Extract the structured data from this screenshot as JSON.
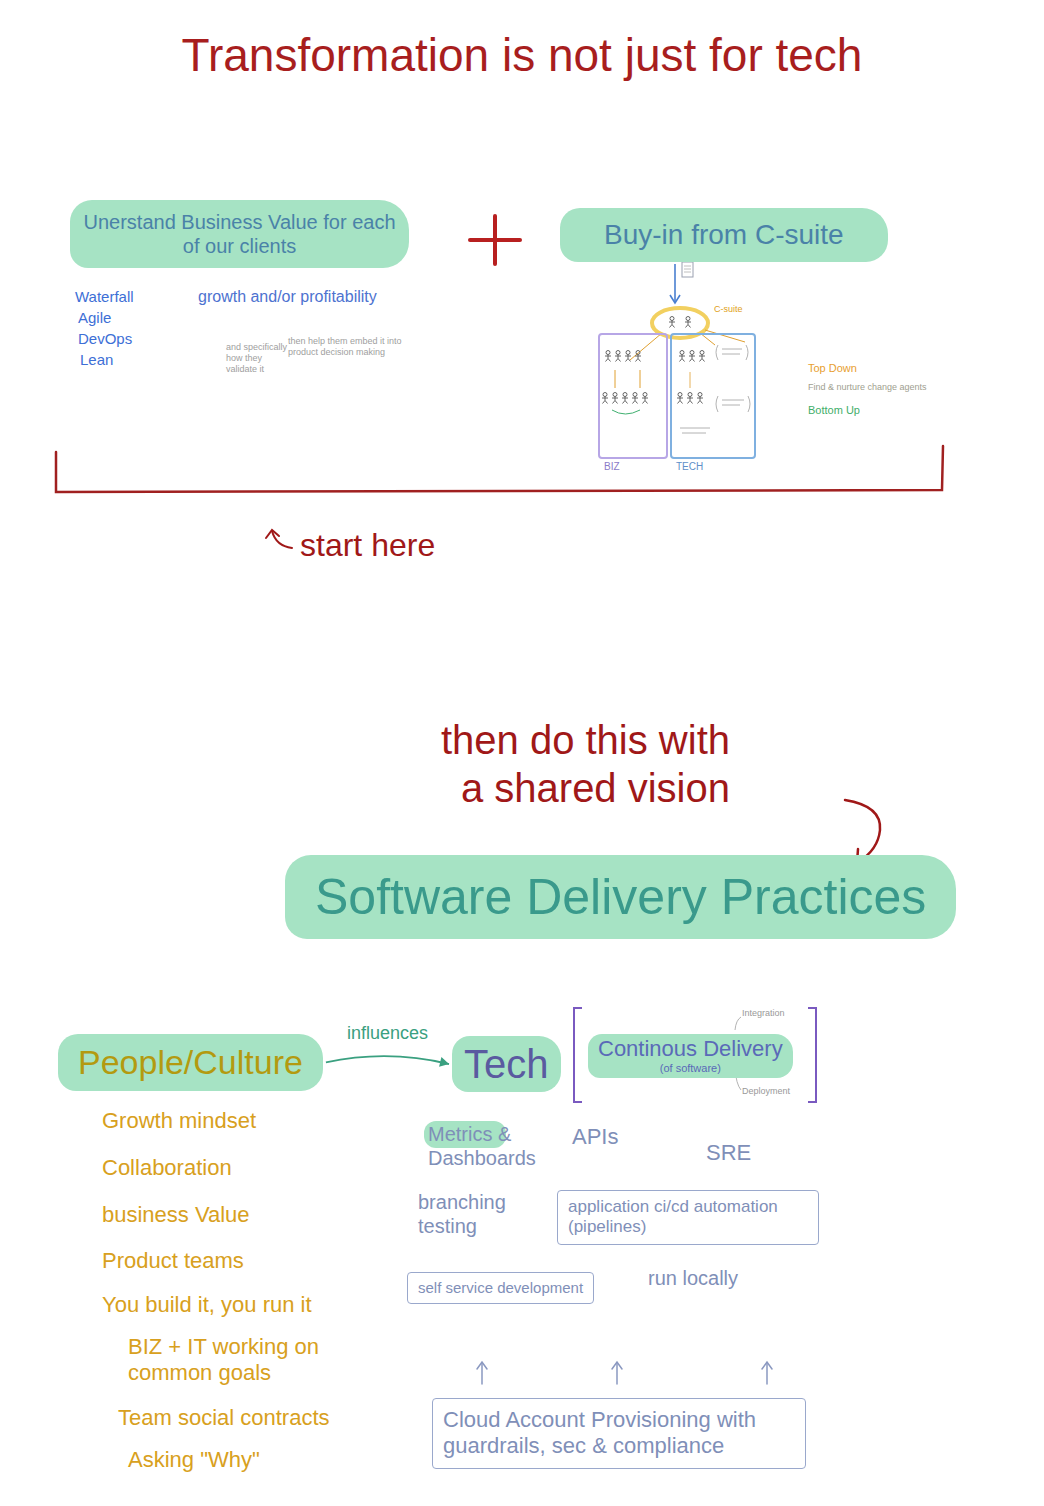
{
  "diagram": {
    "title": "Transformation is not just for tech",
    "nodes": [
      {
        "text": [
          "Unerstand Business Value for each of our clients"
        ]
      },
      {
        "text": [
          "Buy-in from C-suite"
        ]
      },
      {
        "text": [
          "BIZ"
        ]
      },
      {
        "text": [
          "TECH"
        ]
      },
      {
        "text": [
          "Software Delivery Practices"
        ]
      },
      {
        "text": [
          "People/Culture"
        ]
      },
      {
        "text": [
          "Tech"
        ]
      },
      {
        "text": [
          "Continous Delivery",
          "(of software)"
        ]
      },
      {
        "text": [
          "application ci/cd automation (pipelines)"
        ]
      },
      {
        "text": [
          "self service development"
        ]
      },
      {
        "text": [
          "Cloud Account Provisioning with guardrails, sec & compliance"
        ]
      }
    ],
    "edges": [
      {
        "from": 5,
        "to": 6,
        "label": "influences",
        "arrow": "to"
      }
    ],
    "labels": [
      "Waterfall",
      "Agile",
      "DevOps",
      "Lean",
      "growth and/or profitability",
      "and specifically how they validate it",
      "then help them embed it into product decision making",
      "C-suite",
      "Top Down",
      "Find & nurture change agents",
      "Bottom Up",
      "start here",
      "then do this with a shared vision",
      "Integration",
      "Deployment",
      "Growth mindset",
      "Collaboration",
      "business Value",
      "Product teams",
      "You build it, you run it",
      "BIZ + IT working on common goals",
      "Team social contracts",
      "Asking \"Why\"",
      "Metrics & Dashboards",
      "APIs",
      "SRE",
      "branching testing",
      "run locally"
    ]
  }
}
